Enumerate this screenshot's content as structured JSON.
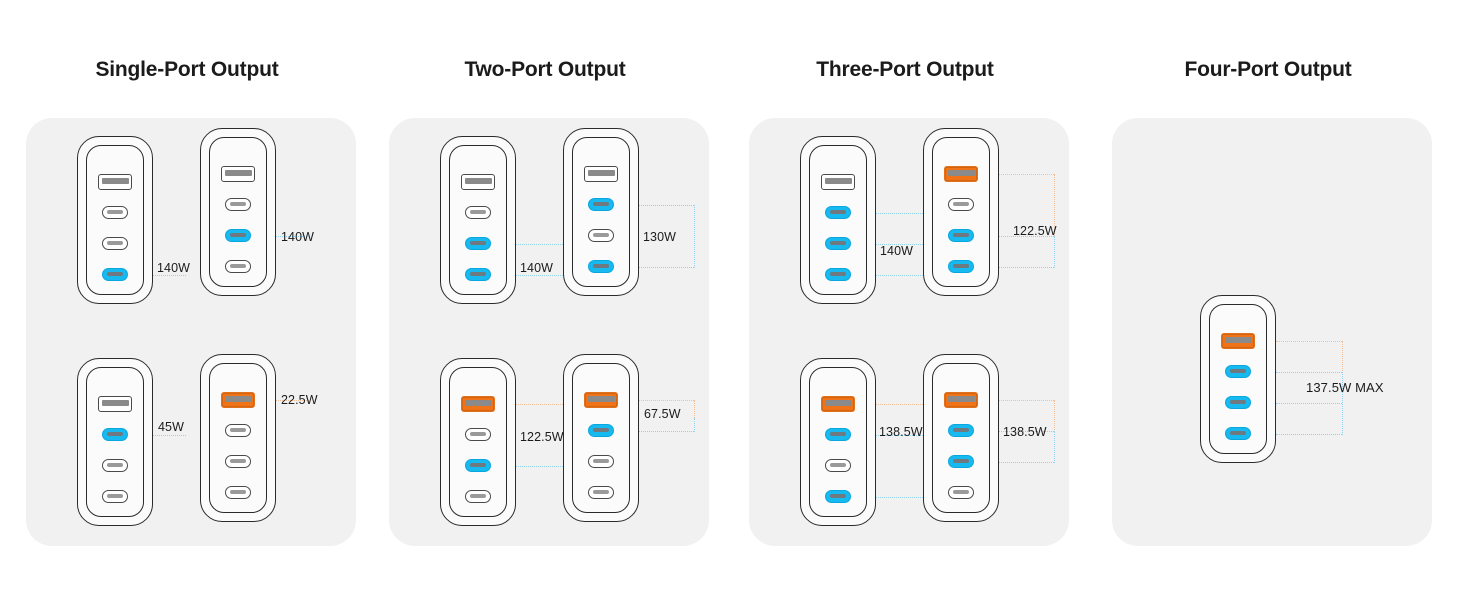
{
  "figure": {
    "background_color": "#ffffff",
    "panel_color": "#f1f1f1",
    "accent_active_usbc": "#16b9f0",
    "accent_active_usba": "#f07417",
    "lead_color_blue": "#8fd3ef",
    "lead_color_orange": "#f5bf96"
  },
  "panels": [
    {
      "title": "Single-Port Output",
      "chargers": [
        {
          "id": "sp-1",
          "ports": [
            {
              "type": "usb-a",
              "active": false
            },
            {
              "type": "usb-c",
              "active": false
            },
            {
              "type": "usb-c",
              "active": false
            },
            {
              "type": "usb-c",
              "active": true
            }
          ],
          "wattage": "140W"
        },
        {
          "id": "sp-2",
          "ports": [
            {
              "type": "usb-a",
              "active": false
            },
            {
              "type": "usb-c",
              "active": false
            },
            {
              "type": "usb-c",
              "active": true
            },
            {
              "type": "usb-c",
              "active": false
            }
          ],
          "wattage": "140W"
        },
        {
          "id": "sp-3",
          "ports": [
            {
              "type": "usb-a",
              "active": false
            },
            {
              "type": "usb-c",
              "active": true
            },
            {
              "type": "usb-c",
              "active": false
            },
            {
              "type": "usb-c",
              "active": false
            }
          ],
          "wattage": "45W"
        },
        {
          "id": "sp-4",
          "ports": [
            {
              "type": "usb-a",
              "active": true
            },
            {
              "type": "usb-c",
              "active": false
            },
            {
              "type": "usb-c",
              "active": false
            },
            {
              "type": "usb-c",
              "active": false
            }
          ],
          "wattage": "22.5W"
        }
      ]
    },
    {
      "title": "Two-Port Output",
      "chargers": [
        {
          "id": "tp-1",
          "ports": [
            {
              "type": "usb-a",
              "active": false
            },
            {
              "type": "usb-c",
              "active": false
            },
            {
              "type": "usb-c",
              "active": true
            },
            {
              "type": "usb-c",
              "active": true
            }
          ],
          "wattage": "140W"
        },
        {
          "id": "tp-2",
          "ports": [
            {
              "type": "usb-a",
              "active": false
            },
            {
              "type": "usb-c",
              "active": true
            },
            {
              "type": "usb-c",
              "active": false
            },
            {
              "type": "usb-c",
              "active": true
            }
          ],
          "wattage": "130W"
        },
        {
          "id": "tp-3",
          "ports": [
            {
              "type": "usb-a",
              "active": true
            },
            {
              "type": "usb-c",
              "active": false
            },
            {
              "type": "usb-c",
              "active": true
            },
            {
              "type": "usb-c",
              "active": false
            }
          ],
          "wattage": "122.5W"
        },
        {
          "id": "tp-4",
          "ports": [
            {
              "type": "usb-a",
              "active": true
            },
            {
              "type": "usb-c",
              "active": true
            },
            {
              "type": "usb-c",
              "active": false
            },
            {
              "type": "usb-c",
              "active": false
            }
          ],
          "wattage": "67.5W"
        }
      ]
    },
    {
      "title": "Three-Port Output",
      "chargers": [
        {
          "id": "thp-1",
          "ports": [
            {
              "type": "usb-a",
              "active": false
            },
            {
              "type": "usb-c",
              "active": true
            },
            {
              "type": "usb-c",
              "active": true
            },
            {
              "type": "usb-c",
              "active": true
            }
          ],
          "wattage": "140W"
        },
        {
          "id": "thp-2",
          "ports": [
            {
              "type": "usb-a",
              "active": true
            },
            {
              "type": "usb-c",
              "active": false
            },
            {
              "type": "usb-c",
              "active": true
            },
            {
              "type": "usb-c",
              "active": true
            }
          ],
          "wattage": "122.5W"
        },
        {
          "id": "thp-3",
          "ports": [
            {
              "type": "usb-a",
              "active": true
            },
            {
              "type": "usb-c",
              "active": true
            },
            {
              "type": "usb-c",
              "active": false
            },
            {
              "type": "usb-c",
              "active": true
            }
          ],
          "wattage": "138.5W"
        },
        {
          "id": "thp-4",
          "ports": [
            {
              "type": "usb-a",
              "active": true
            },
            {
              "type": "usb-c",
              "active": true
            },
            {
              "type": "usb-c",
              "active": true
            },
            {
              "type": "usb-c",
              "active": false
            }
          ],
          "wattage": "138.5W"
        }
      ]
    },
    {
      "title": "Four-Port Output",
      "chargers": [
        {
          "id": "fp-1",
          "ports": [
            {
              "type": "usb-a",
              "active": true
            },
            {
              "type": "usb-c",
              "active": true
            },
            {
              "type": "usb-c",
              "active": true
            },
            {
              "type": "usb-c",
              "active": true
            }
          ],
          "wattage": "137.5W MAX"
        }
      ]
    }
  ],
  "labels": {
    "p1_c1": "140W",
    "p1_c2": "140W",
    "p1_c3": "45W",
    "p1_c4": "22.5W",
    "p2_c1": "140W",
    "p2_c2": "130W",
    "p2_c3": "122.5W",
    "p2_c4": "67.5W",
    "p3_c1": "140W",
    "p3_c2": "122.5W",
    "p3_c3": "138.5W",
    "p3_c4": "138.5W",
    "p4_c1": "137.5W MAX"
  },
  "titles": {
    "t1": "Single-Port Output",
    "t2": "Two-Port Output",
    "t3": "Three-Port Output",
    "t4": "Four-Port Output"
  }
}
